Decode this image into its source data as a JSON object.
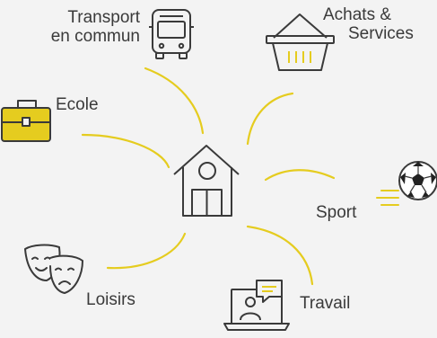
{
  "diagram": {
    "center": {
      "icon": "house-icon"
    },
    "items": [
      {
        "id": "transport",
        "icon": "bus-icon",
        "line1": "Transport",
        "line2": "en commun"
      },
      {
        "id": "achats",
        "icon": "shopping-basket-icon",
        "line1": "Achats &",
        "line2": "Services"
      },
      {
        "id": "ecole",
        "icon": "briefcase-icon",
        "label": "Ecole"
      },
      {
        "id": "sport",
        "icon": "soccer-ball-icon",
        "label": "Sport"
      },
      {
        "id": "loisirs",
        "icon": "theater-masks-icon",
        "label": "Loisirs"
      },
      {
        "id": "travail",
        "icon": "video-call-laptop-icon",
        "label": "Travail"
      }
    ]
  },
  "colors": {
    "accent": "#e5cc1f",
    "stroke": "#3a3a3a",
    "background": "#f3f3f3"
  }
}
